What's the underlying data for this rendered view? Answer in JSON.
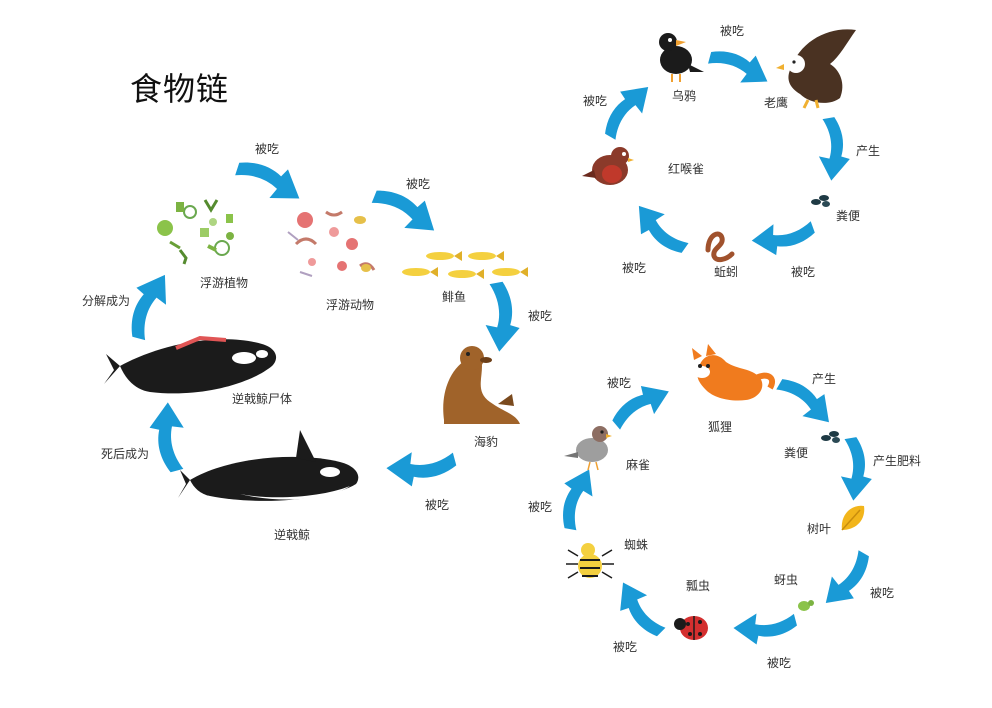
{
  "title": "食物链",
  "colors": {
    "arrow": "#1a9ad6",
    "text": "#333333"
  },
  "chain_ocean": {
    "organisms": {
      "phytoplankton": "浮游植物",
      "zooplankton": "浮游动物",
      "anchovy": "鲱鱼",
      "seal": "海豹",
      "orca": "逆戟鲸",
      "orca_carcass": "逆戟鲸尸体"
    },
    "relations": {
      "eaten_1": "被吃",
      "eaten_2": "被吃",
      "eaten_3": "被吃",
      "eaten_4": "被吃",
      "after_death": "死后成为",
      "decompose": "分解成为"
    }
  },
  "chain_bird": {
    "organisms": {
      "crow": "乌鸦",
      "eagle": "老鹰",
      "robin": "红喉雀",
      "worm": "蚯蚓",
      "droppings": "粪便"
    },
    "relations": {
      "eaten_top": "被吃",
      "produce": "产生",
      "eaten_bottom": "被吃",
      "eaten_left": "被吃",
      "eaten_upper_left": "被吃"
    }
  },
  "chain_fox": {
    "organisms": {
      "fox": "狐狸",
      "droppings": "粪便",
      "leaf": "树叶",
      "aphid": "蚜虫",
      "ladybug": "瓢虫",
      "spider": "蜘蛛",
      "sparrow": "麻雀"
    },
    "relations": {
      "produce": "产生",
      "produce_fertilizer": "产生肥料",
      "eaten_1": "被吃",
      "eaten_2": "被吃",
      "eaten_3": "被吃",
      "eaten_4": "被吃",
      "eaten_5": "被吃"
    }
  }
}
